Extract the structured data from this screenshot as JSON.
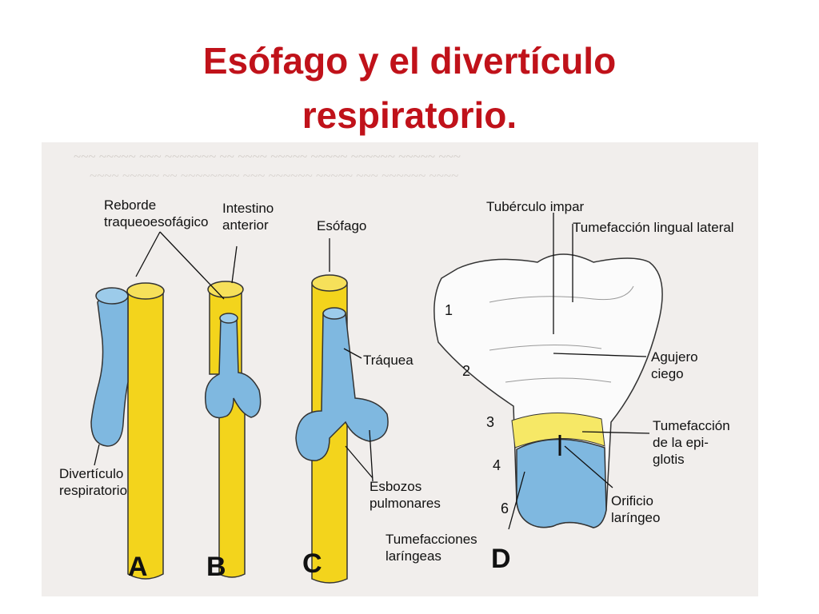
{
  "title": {
    "line1": "Esófago y el divertículo",
    "line2": "respiratorio."
  },
  "colors": {
    "title": "#c0121a",
    "blue": "#7fb8e0",
    "yellow": "#f3d41c",
    "background": "#f1eeec"
  },
  "figure": {
    "panels": {
      "a": "A",
      "b": "B",
      "c": "C",
      "d": "D"
    },
    "labels": {
      "reborde": "Reborde\ntraqueoesofágico",
      "intestino": "Intestino\nanterior",
      "esofago": "Esófago",
      "traquea": "Tráquea",
      "diverticulo": "Divertículo\nrespiratorio",
      "esbozos": "Esbozos\npulmonares",
      "tuberculo": "Tubérculo impar",
      "tumefaccion_lingual": "Tumefacción lingual lateral",
      "agujero": "Agujero\nciego",
      "tumefaccion_epiglotis": "Tumefacción\nde la epi-\nglotis",
      "orificio": "Orificio\nlaríngeo",
      "tumefacciones_laringeas": "Tumefacciones\nlaríngeas"
    },
    "arch_numbers": [
      "1",
      "2",
      "3",
      "4",
      "6"
    ]
  }
}
